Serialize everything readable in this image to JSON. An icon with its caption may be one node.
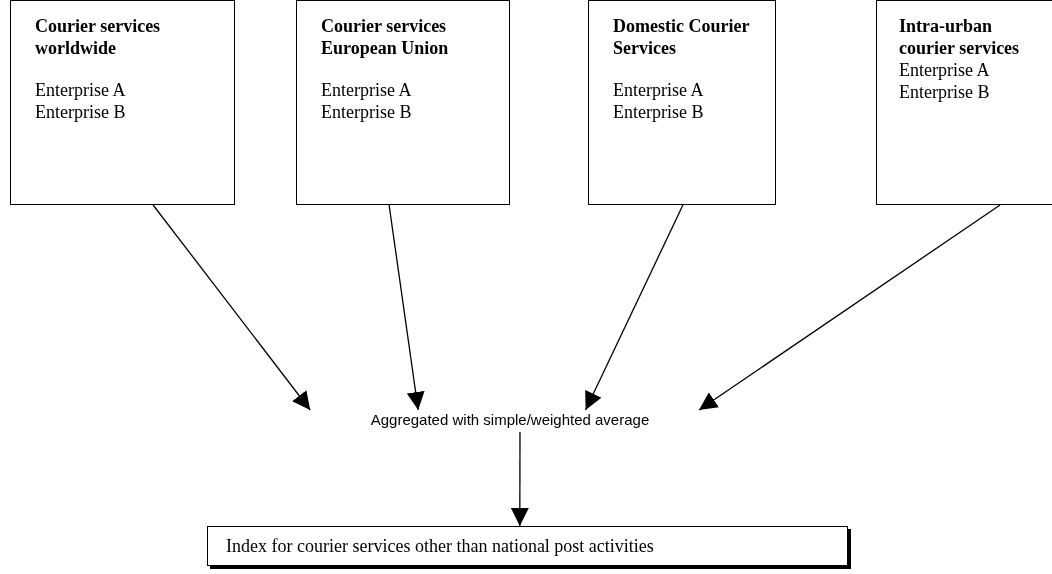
{
  "diagram": {
    "nodes": [
      {
        "text": [
          "Courier services worldwide",
          "Enterprise A",
          "Enterprise B"
        ]
      },
      {
        "text": [
          "Courier services European Union",
          "Enterprise A",
          "Enterprise B"
        ]
      },
      {
        "text": [
          "Domestic Courier Services",
          "Enterprise A",
          "Enterprise B"
        ]
      },
      {
        "text": [
          "Intra-urban courier services",
          "Enterprise A",
          "Enterprise B"
        ]
      },
      {
        "text": [
          "Aggregated with simple/weighted average"
        ]
      },
      {
        "text": [
          "Index for courier services other than national post activities"
        ]
      }
    ],
    "edges": [
      {
        "from": 0,
        "to": 4,
        "arrow": "to"
      },
      {
        "from": 1,
        "to": 4,
        "arrow": "to"
      },
      {
        "from": 2,
        "to": 4,
        "arrow": "to"
      },
      {
        "from": 3,
        "to": 4,
        "arrow": "to"
      },
      {
        "from": 4,
        "to": 5,
        "arrow": "to"
      }
    ]
  }
}
